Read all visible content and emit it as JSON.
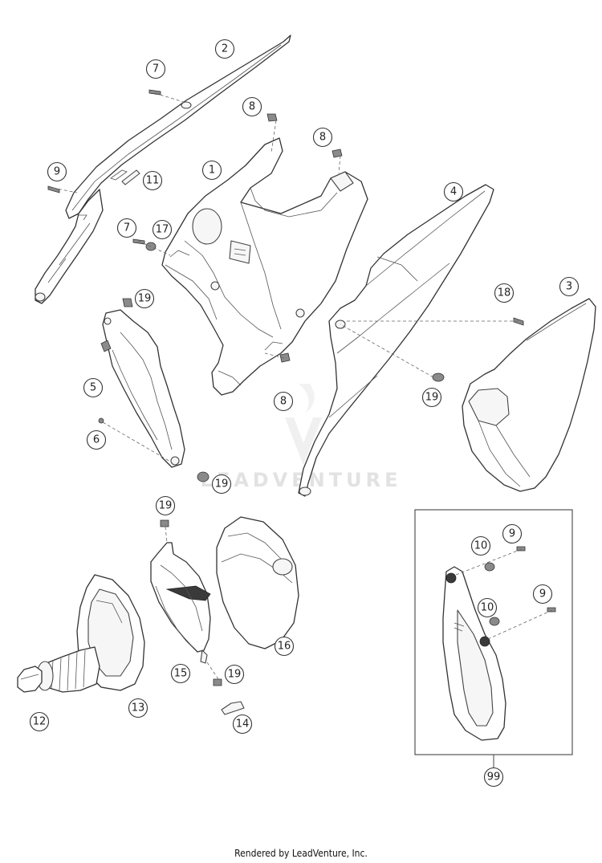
{
  "watermark": {
    "text": "LEADVENTURE"
  },
  "footer": {
    "credit": "Rendered by LeadVenture, Inc."
  },
  "callouts": [
    {
      "label": "1"
    },
    {
      "label": "2"
    },
    {
      "label": "3"
    },
    {
      "label": "4"
    },
    {
      "label": "5"
    },
    {
      "label": "6"
    },
    {
      "label": "7"
    },
    {
      "label": "7"
    },
    {
      "label": "8"
    },
    {
      "label": "8"
    },
    {
      "label": "8"
    },
    {
      "label": "9"
    },
    {
      "label": "9"
    },
    {
      "label": "9"
    },
    {
      "label": "10"
    },
    {
      "label": "10"
    },
    {
      "label": "11"
    },
    {
      "label": "12"
    },
    {
      "label": "13"
    },
    {
      "label": "14"
    },
    {
      "label": "15"
    },
    {
      "label": "16"
    },
    {
      "label": "17"
    },
    {
      "label": "18"
    },
    {
      "label": "19"
    },
    {
      "label": "19"
    },
    {
      "label": "19"
    },
    {
      "label": "19"
    },
    {
      "label": "19"
    },
    {
      "label": "99"
    }
  ]
}
